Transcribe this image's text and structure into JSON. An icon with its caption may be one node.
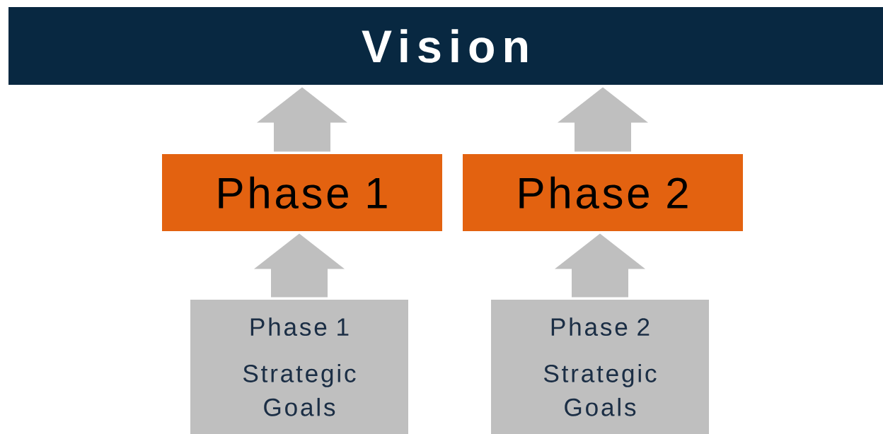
{
  "diagram": {
    "nodes": [
      {
        "text": [
          "Vision"
        ]
      },
      {
        "text": [
          "Phase 1"
        ]
      },
      {
        "text": [
          "Phase 2"
        ]
      },
      {
        "text": [
          "Phase 1",
          "Strategic Goals"
        ]
      },
      {
        "text": [
          "Phase 2",
          "Strategic Goals"
        ]
      }
    ],
    "edges": [
      {
        "from": 1,
        "to": 0,
        "arrow": "to"
      },
      {
        "from": 2,
        "to": 0,
        "arrow": "to"
      },
      {
        "from": 3,
        "to": 1,
        "arrow": "to"
      },
      {
        "from": 4,
        "to": 2,
        "arrow": "to"
      }
    ]
  }
}
